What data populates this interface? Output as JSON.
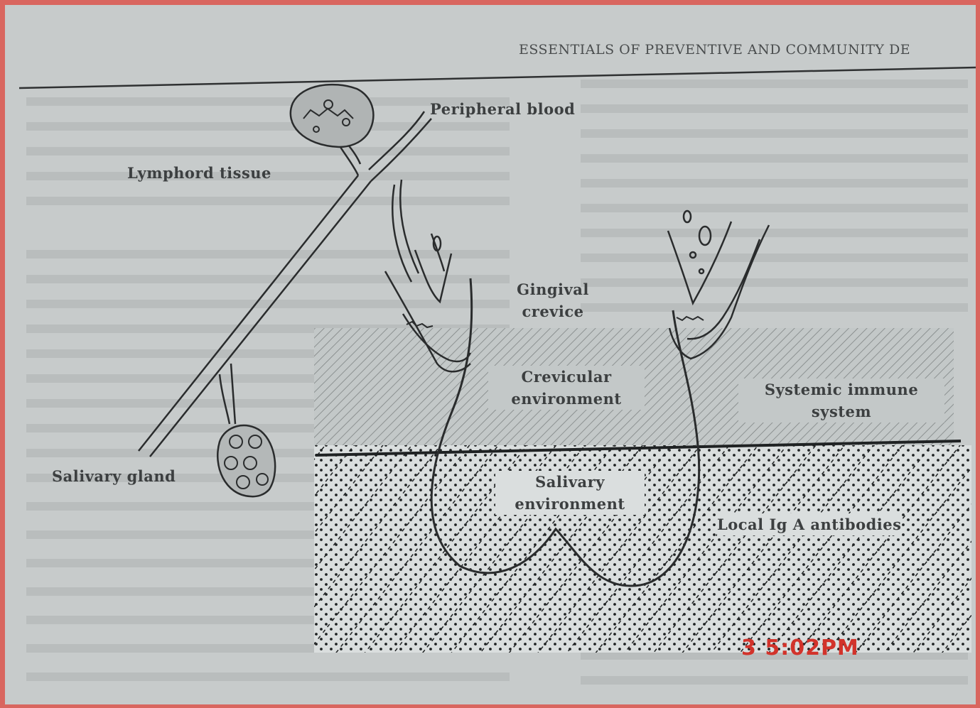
{
  "page": {
    "running_head": "ESSENTIALS OF PREVENTIVE AND COMMUNITY DE",
    "camera_date": "3 5:02PM"
  },
  "diagram": {
    "labels": {
      "peripheral_blood": "Peripheral blood",
      "lymphoid_tissue": "Lymphord tissue",
      "salivary_gland": "Salivary gland",
      "gingival_crevice": "Gingival\ncrevice",
      "crevicular_environment": "Crevicular\nenvironment",
      "systemic_immune_system": "Systemic immune\nsystem",
      "salivary_environment": "Salivary\nenvironment",
      "local_iga_antibodies": "Local Ig A antibodies"
    }
  },
  "colors": {
    "page_background": "#c7cbcb",
    "border": "#d9665f",
    "ink": "#2f3132",
    "camera_date": "#d2332b"
  }
}
